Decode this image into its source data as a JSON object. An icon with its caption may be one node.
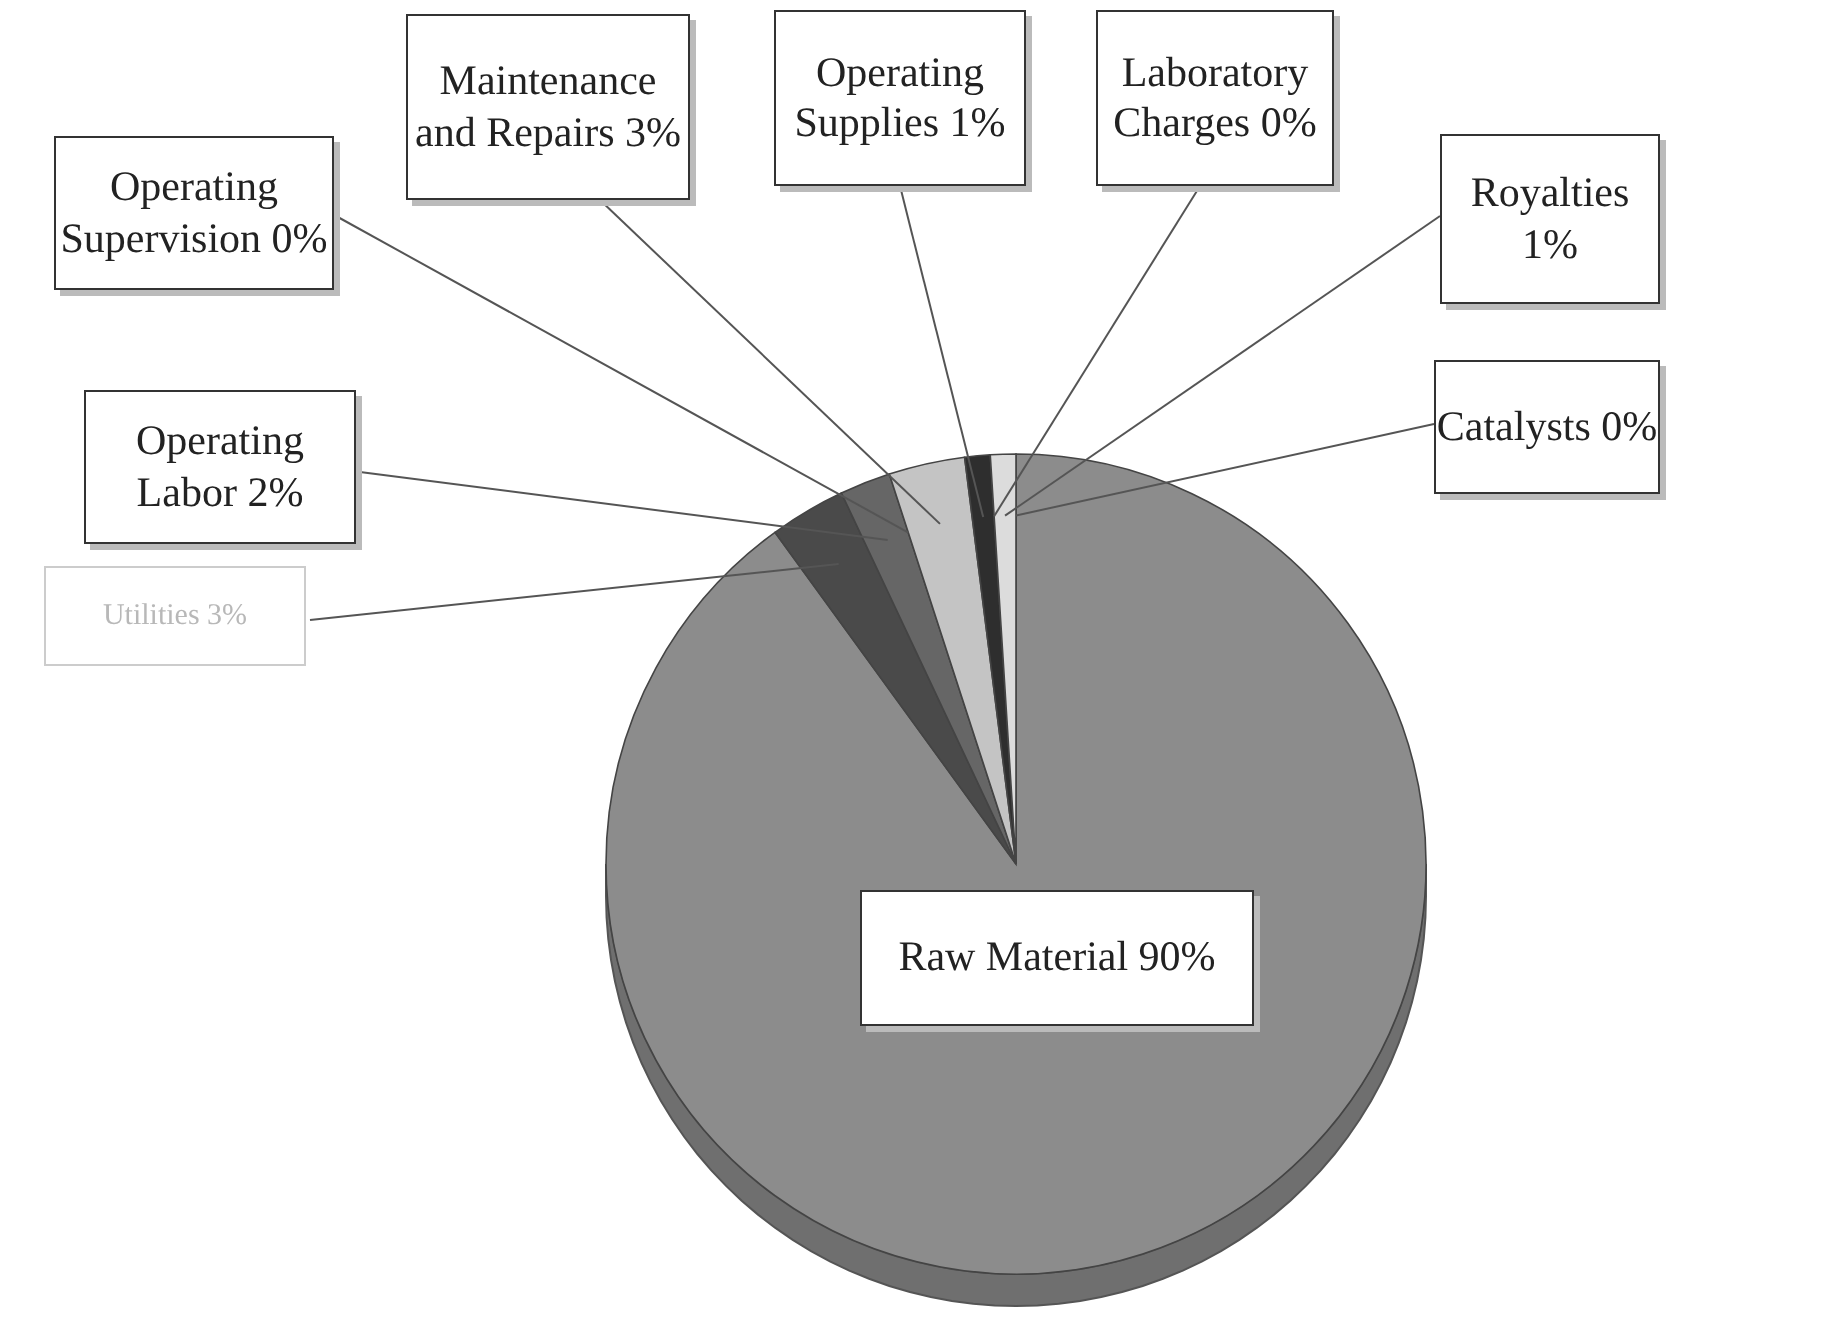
{
  "diagram": {
    "chart_data": {
      "type": "pie",
      "categories": [
        "Raw Material",
        "Utilities",
        "Operating Labor",
        "Operating Supervision",
        "Maintenance and Repairs",
        "Operating Supplies",
        "Laboratory Charges",
        "Royalties",
        "Catalysts"
      ],
      "values": [
        90,
        3,
        2,
        0,
        3,
        1,
        0,
        1,
        0
      ],
      "value_labels": [
        "90%",
        "3%",
        "2%",
        "0%",
        "3%",
        "1%",
        "0%",
        "1%",
        "0%"
      ],
      "data_labels": true
    }
  }
}
